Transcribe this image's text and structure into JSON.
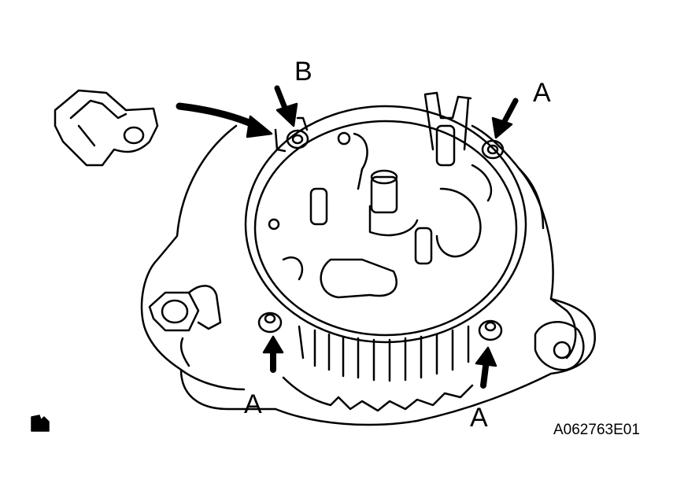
{
  "figure": {
    "code": "A062763E01",
    "labels": {
      "b": "B",
      "a_top_right": "A",
      "a_bottom_left": "A",
      "a_bottom_right": "A"
    },
    "icons": [
      "bracket-icon",
      "arrow-icon",
      "caution-hand-icon"
    ],
    "line_color": "#000000",
    "background": "#ffffff"
  }
}
